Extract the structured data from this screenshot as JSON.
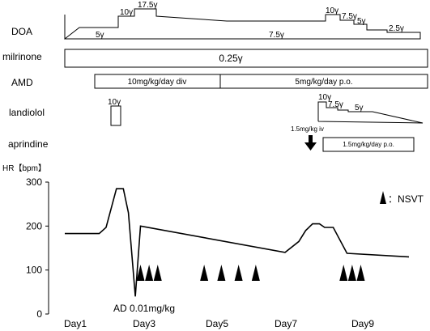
{
  "chart_data": {
    "type": "line",
    "timeline": {
      "days": [
        "Day1",
        "Day3",
        "Day5",
        "Day7",
        "Day9"
      ]
    },
    "drugs": {
      "doa": {
        "label": "DOA",
        "doses": [
          "5γ",
          "10γ",
          "17.5γ",
          "7.5γ",
          "10γ",
          "7.5γ",
          "5γ",
          "2.5γ"
        ]
      },
      "milrinone": {
        "label": "milrinone",
        "dose": "0.25γ"
      },
      "amd": {
        "label": "AMD",
        "div_label": "10mg/kg/day div",
        "po_label": "5mg/kg/day p.o."
      },
      "landiolol": {
        "label": "landiolol",
        "doses": [
          "10γ",
          "10γ",
          "7.5γ",
          "5γ"
        ]
      },
      "aprindine": {
        "label": "aprindine",
        "iv_label": "1.5mg/kg iv",
        "po_label": "1.5mg/kg/day p.o."
      }
    },
    "hr": {
      "axis_label": "HR【bpm】",
      "ylim": [
        0,
        300
      ],
      "yticks": [
        0,
        100,
        200,
        300
      ],
      "points": [
        [
          0.0,
          183
        ],
        [
          1.0,
          183
        ],
        [
          1.2,
          197
        ],
        [
          1.5,
          285
        ],
        [
          1.7,
          285
        ],
        [
          1.85,
          230
        ],
        [
          2.05,
          40
        ],
        [
          2.2,
          200
        ],
        [
          6.4,
          140
        ],
        [
          6.8,
          165
        ],
        [
          7.0,
          190
        ],
        [
          7.2,
          205
        ],
        [
          7.4,
          205
        ],
        [
          7.55,
          197
        ],
        [
          7.8,
          197
        ],
        [
          8.2,
          138
        ],
        [
          10.0,
          130
        ]
      ]
    },
    "annotations": {
      "ad_label": "AD 0.01mg/kg",
      "nsvt_label": "：NSVT",
      "nsvt_days": [
        2.2,
        2.45,
        2.7,
        4.05,
        4.55,
        5.05,
        5.55,
        8.1,
        8.35,
        8.6
      ]
    }
  }
}
